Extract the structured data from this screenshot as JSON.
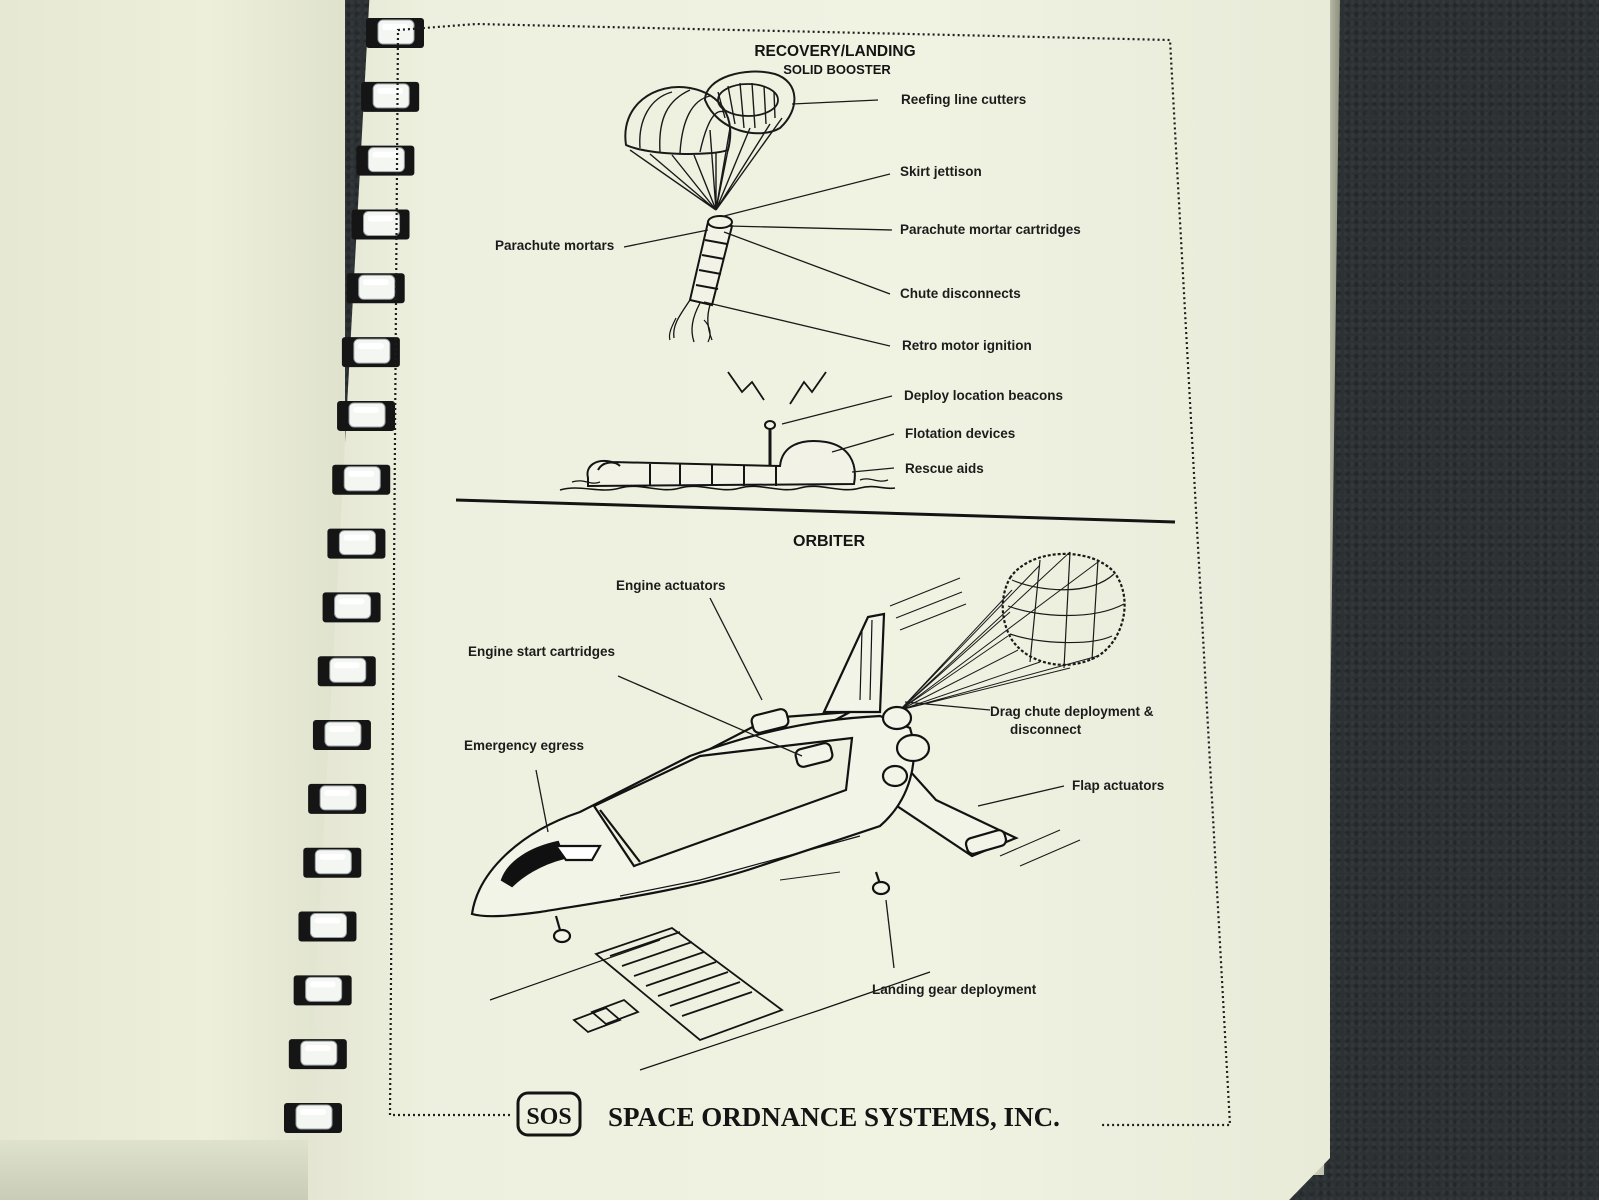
{
  "header": {
    "title": "RECOVERY/LANDING",
    "subtitle": "SOLID BOOSTER"
  },
  "booster_labels": {
    "reefing": "Reefing line cutters",
    "skirt": "Skirt jettison",
    "mortars": "Parachute mortars",
    "cartridges": "Parachute mortar cartridges",
    "disconnect": "Chute disconnects",
    "retro": "Retro motor ignition",
    "beacons": "Deploy location beacons",
    "flotation": "Flotation devices",
    "rescue": "Rescue aids"
  },
  "orbiter": {
    "title": "ORBITER",
    "labels": {
      "engine_actuators": "Engine actuators",
      "engine_start": "Engine start cartridges",
      "egress": "Emergency egress",
      "drag_chute_1": "Drag chute deployment &",
      "drag_chute_2": "disconnect",
      "flap": "Flap actuators",
      "gear": "Landing gear deployment"
    }
  },
  "footer": {
    "logo": "SOS",
    "company": "SPACE ORDNANCE SYSTEMS, INC."
  },
  "colors": {
    "paper": "#eef0df",
    "ink": "#141414",
    "ring": "#f4f6f2",
    "carpet": "#2c3134"
  }
}
